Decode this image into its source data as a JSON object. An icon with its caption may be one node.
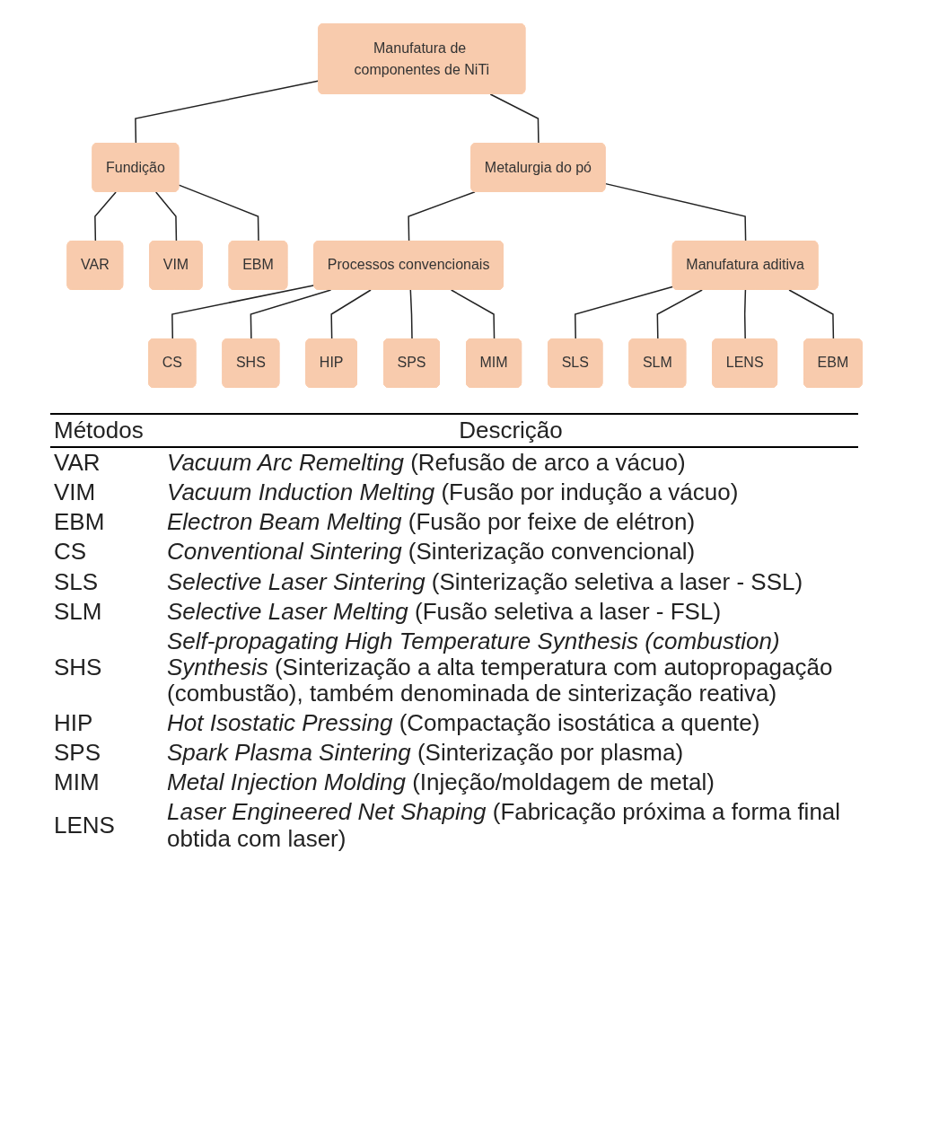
{
  "diagram": {
    "nodes": [
      {
        "text": [
          "Manufatura de componentes de NiTi"
        ]
      },
      {
        "text": [
          "Fundição"
        ]
      },
      {
        "text": [
          "Metalurgia do pó"
        ]
      },
      {
        "text": [
          "VAR"
        ]
      },
      {
        "text": [
          "VIM"
        ]
      },
      {
        "text": [
          "EBM"
        ]
      },
      {
        "text": [
          "Processos convencionais"
        ]
      },
      {
        "text": [
          "Manufatura aditiva"
        ]
      },
      {
        "text": [
          "CS"
        ]
      },
      {
        "text": [
          "SHS"
        ]
      },
      {
        "text": [
          "HIP"
        ]
      },
      {
        "text": [
          "SPS"
        ]
      },
      {
        "text": [
          "MIM"
        ]
      },
      {
        "text": [
          "SLS"
        ]
      },
      {
        "text": [
          "SLM"
        ]
      },
      {
        "text": [
          "LENS"
        ]
      },
      {
        "text": [
          "EBM"
        ]
      }
    ],
    "edges": [
      {
        "from": 0,
        "to": 1,
        "arrow": "none"
      },
      {
        "from": 0,
        "to": 2,
        "arrow": "none"
      },
      {
        "from": 1,
        "to": 3,
        "arrow": "none"
      },
      {
        "from": 1,
        "to": 4,
        "arrow": "none"
      },
      {
        "from": 1,
        "to": 5,
        "arrow": "none"
      },
      {
        "from": 2,
        "to": 6,
        "arrow": "none"
      },
      {
        "from": 2,
        "to": 7,
        "arrow": "none"
      },
      {
        "from": 6,
        "to": 8,
        "arrow": "none"
      },
      {
        "from": 6,
        "to": 9,
        "arrow": "none"
      },
      {
        "from": 6,
        "to": 10,
        "arrow": "none"
      },
      {
        "from": 6,
        "to": 11,
        "arrow": "none"
      },
      {
        "from": 6,
        "to": 12,
        "arrow": "none"
      },
      {
        "from": 7,
        "to": 13,
        "arrow": "none"
      },
      {
        "from": 7,
        "to": 14,
        "arrow": "none"
      },
      {
        "from": 7,
        "to": 15,
        "arrow": "none"
      },
      {
        "from": 7,
        "to": 16,
        "arrow": "none"
      }
    ],
    "labels": [
      "Métodos",
      "Descrição",
      "VAR",
      "*Vacuum Arc Remelting* (Refusão de arco a vácuo)",
      "VIM",
      "*Vacuum Induction Melting* (Fusão por indução a vácuo)",
      "EBM",
      "*Electron Beam Melting* (Fusão por feixe de elétron)",
      "CS",
      "*Conventional Sintering* (Sinterização convencional)",
      "SLS",
      "*Selective Laser Sintering* (Sinterização seletiva a laser - SSL)",
      "SLM",
      "*Selective Laser Melting* (Fusão seletiva a laser - FSL)",
      "SHS",
      "*Self-propagating High Temperature Synthesis (combustion) Synthesis* (Sinterização a alta temperatura com autopropagação (combustão), também denominada de sinterização reativa)",
      "HIP",
      "*Hot Isostatic Pressing* (Compactação isostática a quente)",
      "SPS",
      "*Spark Plasma Sintering* (Sinterização por plasma)",
      "MIM",
      "*Metal Injection Molding* (Injeção/moldagem de metal)",
      "LENS",
      "*Laser Engineered Net Shaping* (Fabricação próxima a forma final obtida com laser)"
    ]
  }
}
